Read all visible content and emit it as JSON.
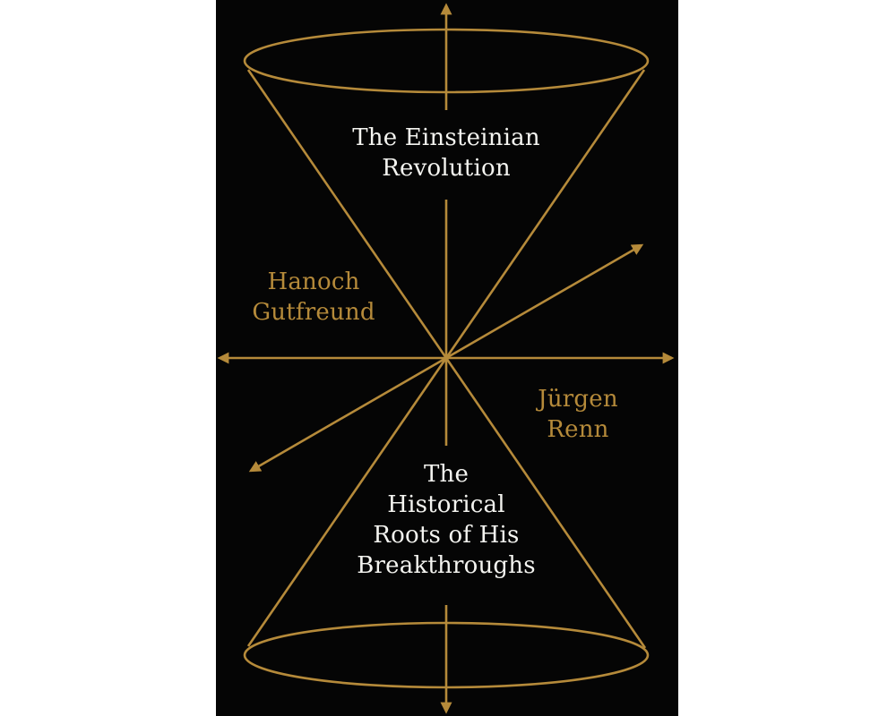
{
  "book": {
    "title_lines": [
      "The Einsteinian",
      "Revolution"
    ],
    "subtitle_lines": [
      "The",
      "Historical",
      "Roots of His",
      "Breakthroughs"
    ],
    "author_1_lines": [
      "Hanoch",
      "Gutfreund"
    ],
    "author_2_lines": [
      "Jürgen",
      "Renn"
    ]
  },
  "colors": {
    "background": "#050505",
    "accent_gold": "#b58a3a",
    "title_text": "#f4f4f0",
    "page_margin": "#ffffff"
  },
  "diagram": {
    "type": "light-cone",
    "icons": [
      "light-cone-icon",
      "axis-arrow-icon"
    ]
  }
}
